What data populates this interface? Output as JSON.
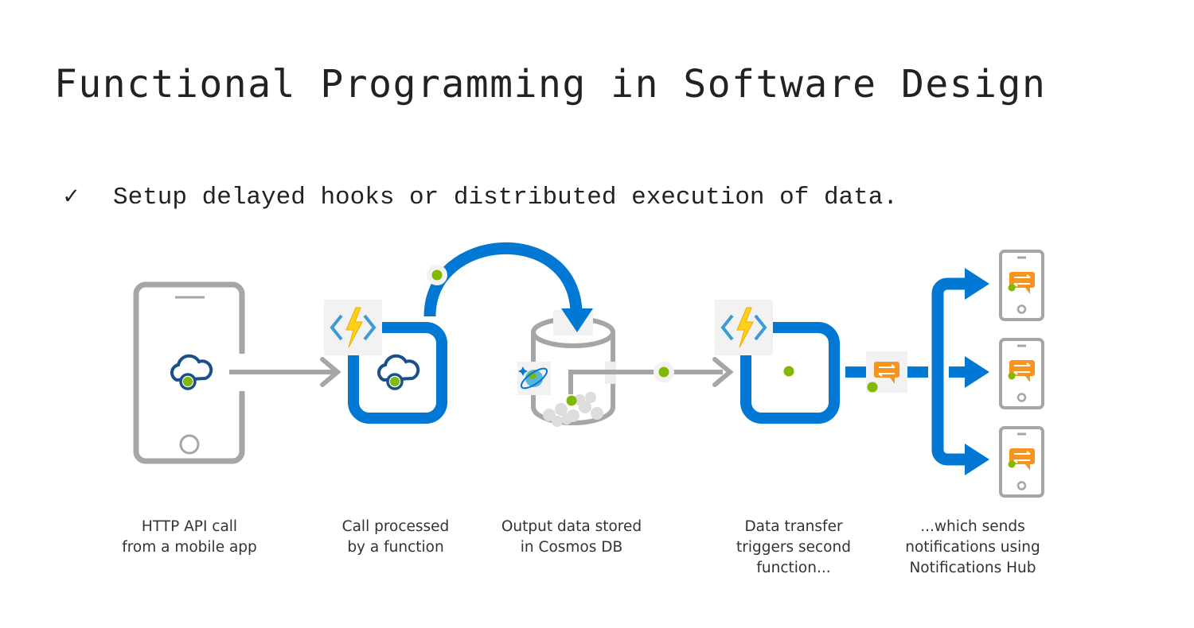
{
  "slide": {
    "title": "Functional Programming in Software Design",
    "bullet_mark": "✓",
    "bullet_text": "Setup delayed hooks or distributed execution of data."
  },
  "diagram": {
    "colors": {
      "blue": "#0078d4",
      "gray": "#a6a6a6",
      "green": "#7fba00",
      "orange": "#f7941d",
      "tile": "#f2f2f2"
    },
    "captions": [
      {
        "lines": [
          "HTTP API call",
          "from a mobile app"
        ]
      },
      {
        "lines": [
          "Call processed",
          "by a function"
        ]
      },
      {
        "lines": [
          "Output data stored",
          "in Cosmos DB"
        ]
      },
      {
        "lines": [
          "Data transfer",
          "triggers second",
          "function..."
        ]
      },
      {
        "lines": [
          "...which sends",
          "notifications using",
          "Notifications Hub"
        ]
      }
    ]
  }
}
